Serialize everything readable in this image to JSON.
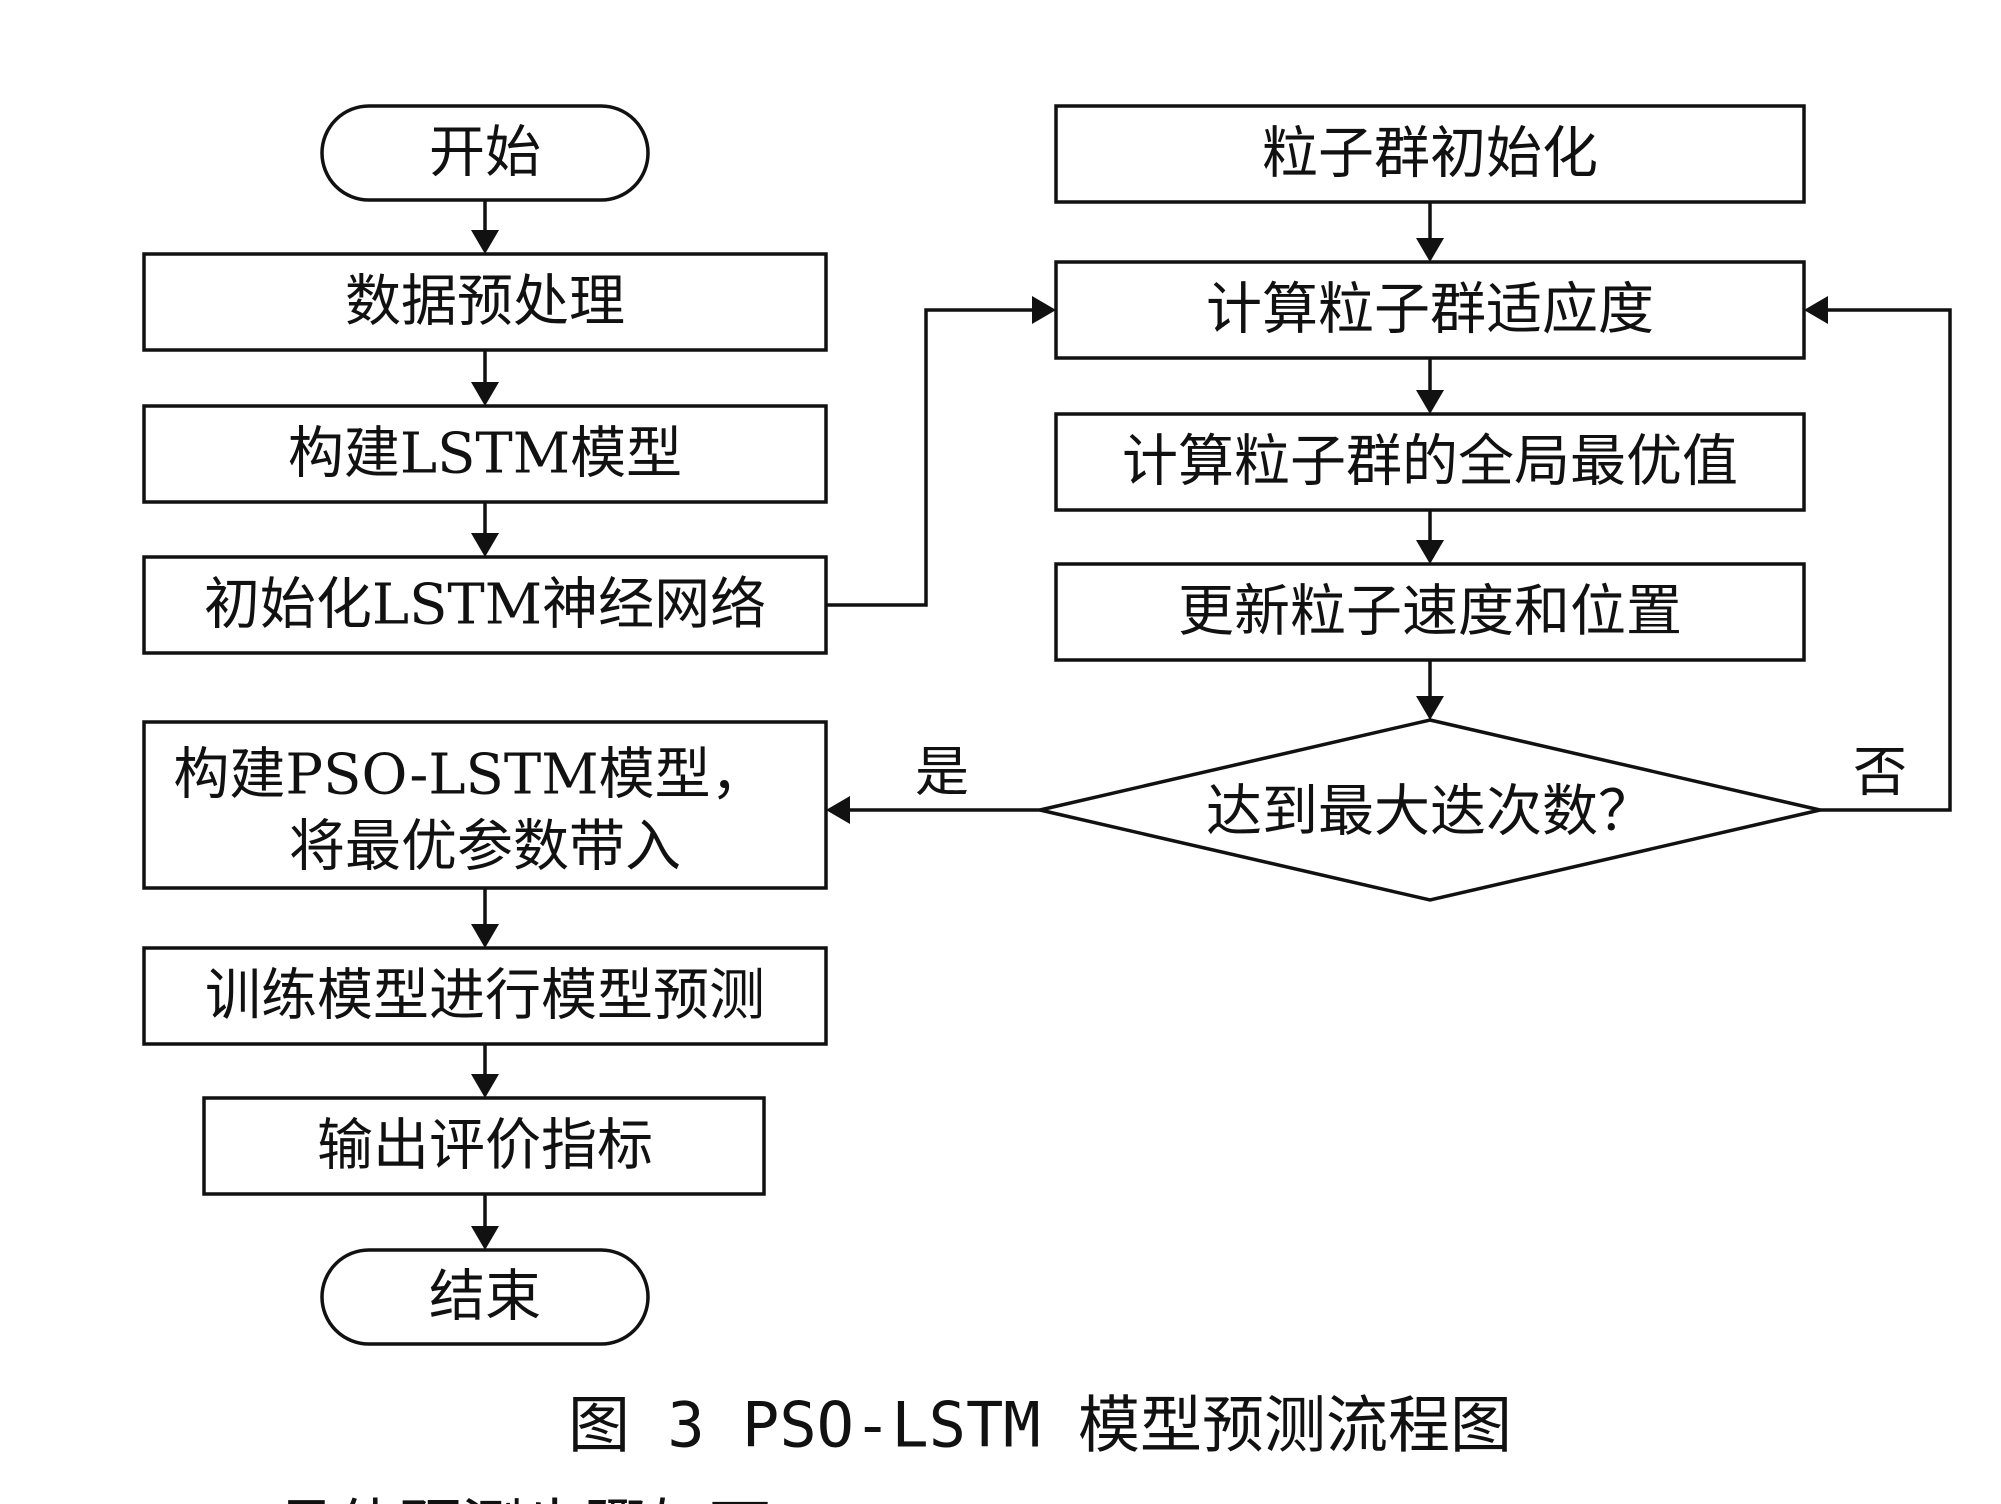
{
  "nodes": {
    "start": "开始",
    "preprocess": "数据预处理",
    "build_lstm": "构建LSTM模型",
    "init_lstm": "初始化LSTM神经网络",
    "build_pso_lstm_line1": "构建PSO-LSTM模型，",
    "build_pso_lstm_line2": "将最优参数带入",
    "train_predict": "训练模型进行模型预测",
    "output_metrics": "输出评价指标",
    "end": "结束",
    "pso_init": "粒子群初始化",
    "fitness": "计算粒子群适应度",
    "global_best": "计算粒子群的全局最优值",
    "update": "更新粒子速度和位置",
    "max_iter": "达到最大迭次数？"
  },
  "edges": {
    "yes": "是",
    "no": "否"
  },
  "caption": "图 3   PSO-LSTM 模型预测流程图",
  "body_text_fragment": "具体预测步骤如下"
}
